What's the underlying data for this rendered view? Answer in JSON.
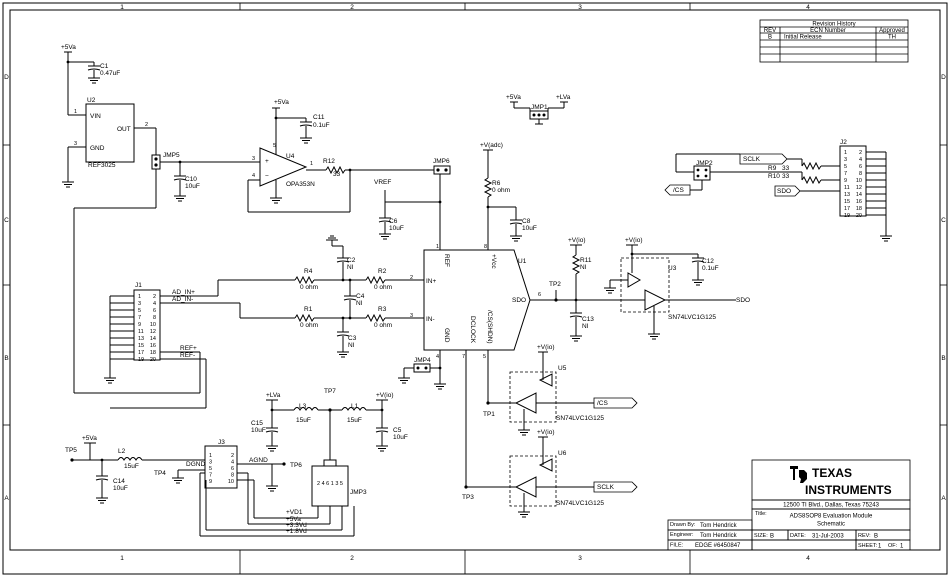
{
  "border": {
    "columns": [
      "1",
      "2",
      "3",
      "4"
    ],
    "rows": [
      "D",
      "C",
      "B",
      "A"
    ]
  },
  "revision": {
    "title": "Revision History",
    "headers": [
      "REV",
      "ECN Number",
      "Approved"
    ],
    "rows": [
      [
        "B",
        "Initial Release",
        "TH"
      ]
    ]
  },
  "title_block": {
    "company_line1": "TEXAS",
    "company_line2": "INSTRUMENTS",
    "address": "12500 TI Blvd., Dallas, Texas 75243",
    "title_label": "Title:",
    "title_line1": "ADS8SOP8 Evaluation Module",
    "title_line2": "Schematic",
    "drawn_label": "Drawn By:",
    "drawn_by": "Tom Hendrick",
    "engineer_label": "Engineer:",
    "engineer": "Tom Hendrick",
    "file_label": "FILE:",
    "file": "EDGE #6450847",
    "size_label": "SIZE:",
    "size": "B",
    "date_label": "DATE:",
    "date": "31-Jul-2003",
    "rev_label": "REV:",
    "rev": "B",
    "sheet_label": "SHEET:",
    "sheet": "1",
    "of_label": "OF:",
    "of": "1"
  },
  "components": {
    "u2": {
      "ref": "U2",
      "part": "REF3025",
      "pin_vin": "VIN",
      "pin_out": "OUT",
      "pin_gnd": "GND",
      "p1": "1",
      "p2": "2",
      "p3": "3"
    },
    "c1": {
      "ref": "C1",
      "value": "0.47uF"
    },
    "u4": {
      "ref": "U4",
      "part": "OPA353N",
      "p1": "1",
      "p3": "3",
      "p4": "4",
      "p5": "5"
    },
    "c11": {
      "ref": "C11",
      "value": "0.1uF"
    },
    "r12": {
      "ref": "R12",
      "value": "33"
    },
    "jmp5": {
      "ref": "JMP5"
    },
    "c10": {
      "ref": "C10",
      "value": "10uF"
    },
    "jmp6": {
      "ref": "JMP6"
    },
    "jmp1": {
      "ref": "JMP1"
    },
    "jmp2": {
      "ref": "JMP2"
    },
    "jmp4": {
      "ref": "JMP4"
    },
    "jmp3": {
      "ref": "JMP3",
      "pins": "2 4 6 1 3 5"
    },
    "vref": {
      "label": "VREF"
    },
    "c6": {
      "ref": "C6",
      "value": "10uF"
    },
    "r6": {
      "ref": "R6",
      "value": "0 ohm"
    },
    "c8": {
      "ref": "C8",
      "value": "10uF"
    },
    "u1": {
      "ref": "U1",
      "ref_pin": "REF",
      "vcc_pin": "+Vcc",
      "inp": "IN+",
      "inn": "IN-",
      "gnd": "GND",
      "dclock": "DCLOCK",
      "cs": "/CS(SHDN)",
      "sdo": "SDO",
      "p1": "1",
      "p2": "2",
      "p3": "3",
      "p4": "4",
      "p5": "5",
      "p6": "6",
      "p7": "7",
      "p8": "8"
    },
    "c2": {
      "ref": "C2",
      "value": "NI"
    },
    "c3": {
      "ref": "C3",
      "value": "NI"
    },
    "c4": {
      "ref": "C4",
      "value": "NI"
    },
    "r1": {
      "ref": "R1",
      "value": "0 ohm"
    },
    "r2": {
      "ref": "R2",
      "value": "0 ohm"
    },
    "r3": {
      "ref": "R3",
      "value": "0 ohm"
    },
    "r4": {
      "ref": "R4",
      "value": "0 ohm"
    },
    "r9": {
      "ref": "R9",
      "value": "33"
    },
    "r10": {
      "ref": "R10",
      "value": "33"
    },
    "r11": {
      "ref": "R11",
      "value": "NI"
    },
    "c12": {
      "ref": "C12",
      "value": "0.1uF"
    },
    "c13": {
      "ref": "C13",
      "value": "NI"
    },
    "u3": {
      "ref": "U3",
      "part": "SN74LVC1G125"
    },
    "u5": {
      "ref": "U5",
      "part": "SN74LVC1G125"
    },
    "u6": {
      "ref": "U6",
      "part": "SN74LVC1G125"
    },
    "j1": {
      "ref": "J1",
      "pins_left": [
        "1",
        "3",
        "5",
        "7",
        "9",
        "11",
        "13",
        "15",
        "17",
        "19"
      ],
      "pins_right": [
        "2",
        "4",
        "6",
        "8",
        "10",
        "12",
        "14",
        "16",
        "18",
        "20"
      ],
      "ad_in_p": "AD_IN+",
      "ad_in_n": "AD_IN-",
      "ref_p": "REF+",
      "ref_n": "REF-"
    },
    "j2": {
      "ref": "J2",
      "pins_left": [
        "1",
        "3",
        "5",
        "7",
        "9",
        "11",
        "13",
        "15",
        "17",
        "19"
      ],
      "pins_right": [
        "2",
        "4",
        "6",
        "8",
        "10",
        "12",
        "14",
        "16",
        "18",
        "20"
      ]
    },
    "j3": {
      "ref": "J3",
      "pins_left": [
        "1",
        "3",
        "5",
        "7",
        "9"
      ],
      "pins_right": [
        "2",
        "4",
        "6",
        "8",
        "10"
      ],
      "dgnd": "DGND",
      "agnd": "AGND",
      "vd1": "+VD1",
      "v5": "+5Va",
      "v33": "+3.3Vd",
      "v18": "+1.8Vd"
    },
    "l1": {
      "ref": "L1",
      "value": "15uF"
    },
    "l2": {
      "ref": "L2",
      "value": "15uF"
    },
    "l3": {
      "ref": "L3",
      "value": "15uF"
    },
    "c5": {
      "ref": "C5",
      "value": "10uF"
    },
    "c14": {
      "ref": "C14",
      "value": "10uF"
    },
    "c15": {
      "ref": "C15",
      "value": "10uF"
    }
  },
  "nets": {
    "p5va": "+5Va",
    "plva": "+LVa",
    "vadc": "+V(adc)",
    "vio": "+V(io)",
    "sdo": "SDO",
    "cs": "/CS",
    "sclk": "SCLK",
    "tp1": "TP1",
    "tp2": "TP2",
    "tp3": "TP3",
    "tp4": "TP4",
    "tp5": "TP5",
    "tp6": "TP6",
    "tp7": "TP7"
  }
}
